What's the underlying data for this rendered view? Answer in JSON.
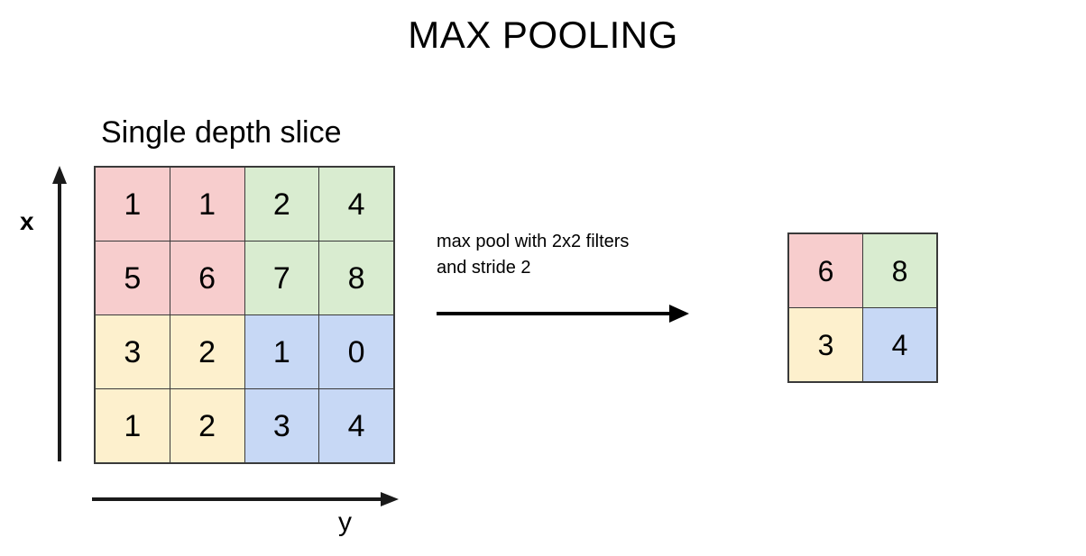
{
  "title": "MAX POOLING",
  "subtitle": "Single depth slice",
  "axes": {
    "vertical_label": "x",
    "horizontal_label": "y"
  },
  "caption": {
    "line1": "max pool with 2x2 filters",
    "line2": "and stride 2"
  },
  "colors": {
    "pink": "#f7cdcd",
    "green": "#d9ecd0",
    "yellow": "#fdf0cd",
    "blue": "#c7d8f5",
    "border": "#3a3a3a",
    "text": "#000000",
    "background": "#ffffff"
  },
  "input_grid": {
    "rows": 4,
    "cols": 4,
    "cells": [
      {
        "value": "1",
        "color": "#f7cdcd"
      },
      {
        "value": "1",
        "color": "#f7cdcd"
      },
      {
        "value": "2",
        "color": "#d9ecd0"
      },
      {
        "value": "4",
        "color": "#d9ecd0"
      },
      {
        "value": "5",
        "color": "#f7cdcd"
      },
      {
        "value": "6",
        "color": "#f7cdcd"
      },
      {
        "value": "7",
        "color": "#d9ecd0"
      },
      {
        "value": "8",
        "color": "#d9ecd0"
      },
      {
        "value": "3",
        "color": "#fdf0cd"
      },
      {
        "value": "2",
        "color": "#fdf0cd"
      },
      {
        "value": "1",
        "color": "#c7d8f5"
      },
      {
        "value": "0",
        "color": "#c7d8f5"
      },
      {
        "value": "1",
        "color": "#fdf0cd"
      },
      {
        "value": "2",
        "color": "#fdf0cd"
      },
      {
        "value": "3",
        "color": "#c7d8f5"
      },
      {
        "value": "4",
        "color": "#c7d8f5"
      }
    ]
  },
  "output_grid": {
    "rows": 2,
    "cols": 2,
    "cells": [
      {
        "value": "6",
        "color": "#f7cdcd"
      },
      {
        "value": "8",
        "color": "#d9ecd0"
      },
      {
        "value": "3",
        "color": "#fdf0cd"
      },
      {
        "value": "4",
        "color": "#c7d8f5"
      }
    ]
  },
  "icons": {
    "transform_arrow": "arrow-right-icon",
    "x_axis_arrow": "arrow-up-icon",
    "y_axis_arrow": "arrow-right-icon"
  }
}
